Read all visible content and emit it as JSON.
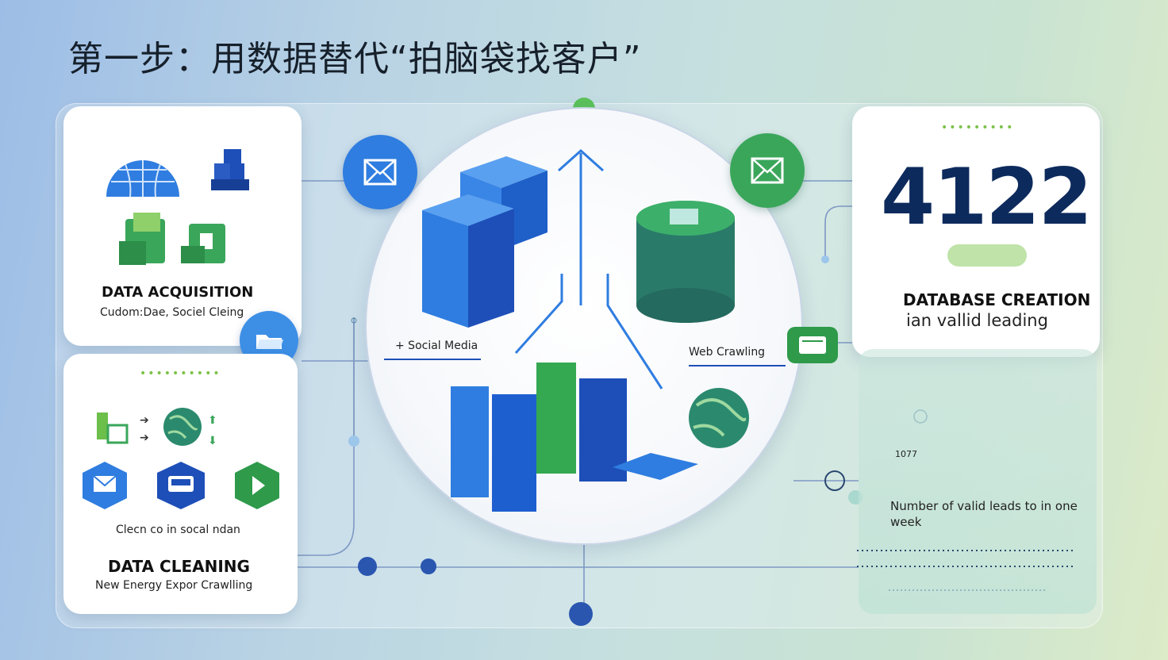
{
  "title": "第一步：用数据替代“拍脑袋找客户”",
  "acquisition": {
    "heading": "DATA ACQUISITION",
    "subtitle": "Cudom:Dae, Sociel Cleing"
  },
  "cleaning": {
    "caption": "Clecn co in socal ndan",
    "heading": "DATA CLEANING",
    "subtitle": "New Energy Expor Crawlling"
  },
  "center": {
    "social_label": "+ Social Media",
    "web_label": "Web Crawling"
  },
  "database": {
    "number": "4122",
    "heading": "DATABASE CREATION",
    "subtitle": "ian vallid leading"
  },
  "leads": {
    "small_number": "1077",
    "description": "Number of valid leads to in one week"
  },
  "colors": {
    "blue": "#2f7de0",
    "dark_blue": "#1e4fb8",
    "green": "#3aa65a",
    "navy": "#0d2a5c"
  }
}
